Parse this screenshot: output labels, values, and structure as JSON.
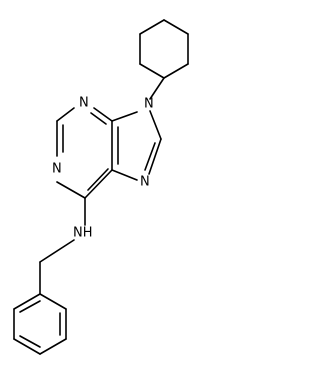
{
  "molecule": {
    "atom_labels": {
      "n9": "N",
      "n3": "N",
      "n1": "N",
      "n7": "N",
      "amine": "NH"
    }
  }
}
